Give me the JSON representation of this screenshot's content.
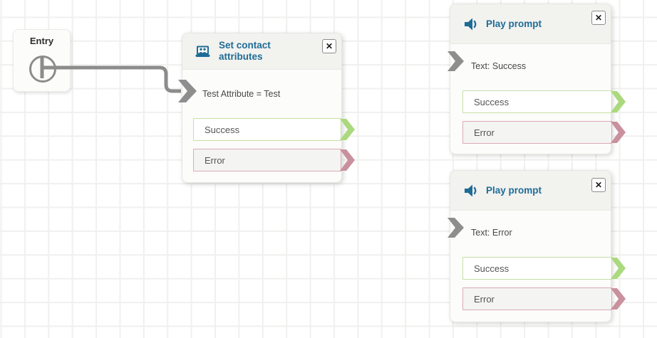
{
  "ui": {
    "close_glyph": "✕"
  },
  "colors": {
    "title_blue": "#1e6c96",
    "connector_gray": "#8c8c8c",
    "success_border": "#c5e0a5",
    "success_arrow": "#abd97e",
    "error_border": "#d9abb4",
    "error_arrow": "#c9919d",
    "grid_line": "#f0f0ee",
    "header_bg": "#f2f2ef"
  },
  "entry": {
    "label": "Entry"
  },
  "blocks": [
    {
      "title": "Set contact attributes",
      "icon": "contact-attributes-icon",
      "param": "Test Attribute = Test",
      "outputs": [
        {
          "label": "Success",
          "type": "success"
        },
        {
          "label": "Error",
          "type": "error"
        }
      ]
    },
    {
      "title": "Play prompt",
      "icon": "speaker-icon",
      "param": "Text: Success",
      "outputs": [
        {
          "label": "Success",
          "type": "success"
        },
        {
          "label": "Error",
          "type": "error"
        }
      ]
    },
    {
      "title": "Play prompt",
      "icon": "speaker-icon",
      "param": "Text: Error",
      "outputs": [
        {
          "label": "Success",
          "type": "success"
        },
        {
          "label": "Error",
          "type": "error"
        }
      ]
    }
  ]
}
